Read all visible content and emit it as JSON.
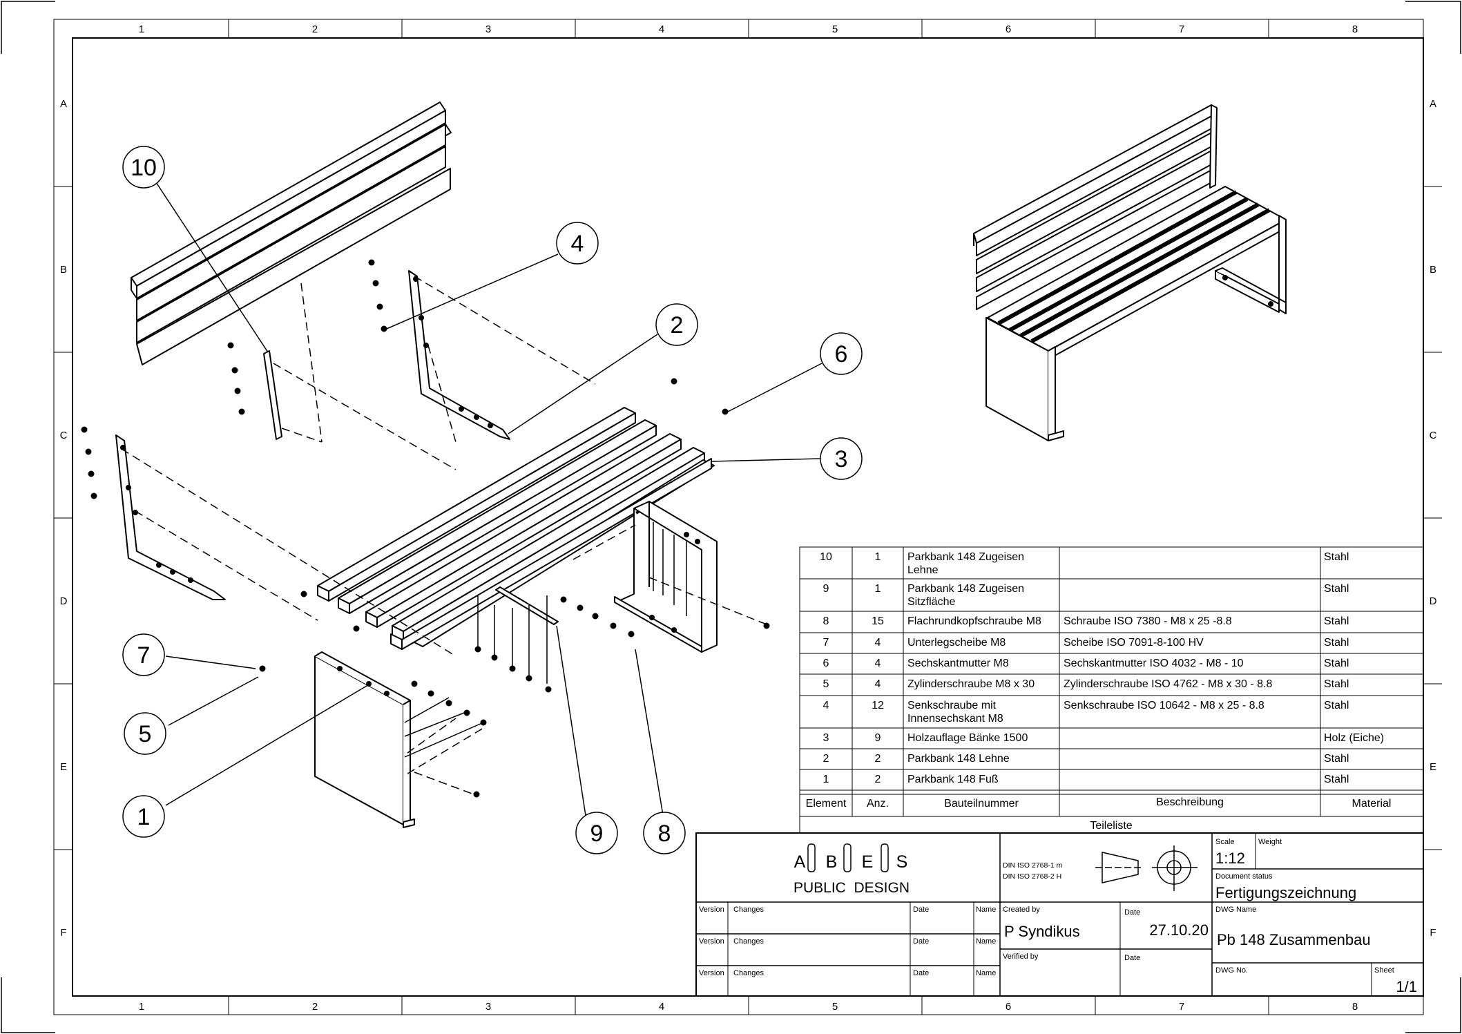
{
  "border": {
    "columns": [
      "1",
      "2",
      "3",
      "4",
      "5",
      "6",
      "7",
      "8"
    ],
    "rows": [
      "A",
      "B",
      "C",
      "D",
      "E",
      "F"
    ]
  },
  "balloons": [
    "10",
    "4",
    "2",
    "6",
    "3",
    "7",
    "5",
    "1",
    "9",
    "8"
  ],
  "parts_list": {
    "rows": [
      {
        "element": "10",
        "qty": "1",
        "part_lines": [
          "Parkbank 148 Zugeisen",
          "Lehne"
        ],
        "description": "",
        "material": "Stahl"
      },
      {
        "element": "9",
        "qty": "1",
        "part_lines": [
          "Parkbank 148 Zugeisen",
          "Sitzfläche"
        ],
        "description": "",
        "material": "Stahl"
      },
      {
        "element": "8",
        "qty": "15",
        "part_lines": [
          "Flachrundkopfschraube M8"
        ],
        "description": "Schraube ISO 7380 - M8 x 25 -8.8",
        "material": "Stahl"
      },
      {
        "element": "7",
        "qty": "4",
        "part_lines": [
          "Unterlegscheibe M8"
        ],
        "description": "Scheibe ISO 7091-8-100 HV",
        "material": "Stahl"
      },
      {
        "element": "6",
        "qty": "4",
        "part_lines": [
          "Sechskantmutter M8"
        ],
        "description": "Sechskantmutter ISO 4032 - M8 - 10",
        "material": "Stahl"
      },
      {
        "element": "5",
        "qty": "4",
        "part_lines": [
          "Zylinderschraube M8 x 30"
        ],
        "description": "Zylinderschraube ISO 4762 - M8 x 30 - 8.8",
        "material": "Stahl"
      },
      {
        "element": "4",
        "qty": "12",
        "part_lines": [
          "Senkschraube mit",
          "Innensechskant M8"
        ],
        "description": "Senkschraube ISO 10642 - M8 x 25 - 8.8",
        "material": "Stahl"
      },
      {
        "element": "3",
        "qty": "9",
        "part_lines": [
          "Holzauflage Bänke 1500"
        ],
        "description": "",
        "material": "Holz (Eiche)"
      },
      {
        "element": "2",
        "qty": "2",
        "part_lines": [
          "Parkbank 148 Lehne"
        ],
        "description": "",
        "material": "Stahl"
      },
      {
        "element": "1",
        "qty": "2",
        "part_lines": [
          "Parkbank 148 Fuß"
        ],
        "description": "",
        "material": "Stahl"
      }
    ],
    "headers": {
      "element": "Element",
      "qty": "Anz.",
      "part": "Bauteilnummer",
      "description": "Beschreibung",
      "material": "Material"
    },
    "caption": "Teileliste"
  },
  "title_block": {
    "logo_letters": [
      "A",
      "B",
      "E",
      "S"
    ],
    "logo_sub": "PUBLIC  DESIGN",
    "standard1": "DIN ISO 2768-1 m",
    "standard2": "DIN ISO 2768-2 H",
    "scale_label": "Scale",
    "scale_value": "1:12",
    "weight_label": "Weight",
    "doc_status_label": "Document status",
    "doc_status_value": "Fertigungszeichnung",
    "created_by_label": "Created by",
    "created_by_value": "P Syndikus",
    "date_label": "Date",
    "date_value": "27.10.20",
    "verified_by_label": "Verified by",
    "verified_date_label": "Date",
    "dwg_name_label": "DWG Name",
    "dwg_name_value": "Pb 148 Zusammenbau",
    "dwg_no_label": "DWG No.",
    "sheet_label": "Sheet",
    "sheet_value": "1/1",
    "rev_version": "Version",
    "rev_changes": "Changes",
    "rev_date": "Date",
    "rev_name": "Name"
  }
}
